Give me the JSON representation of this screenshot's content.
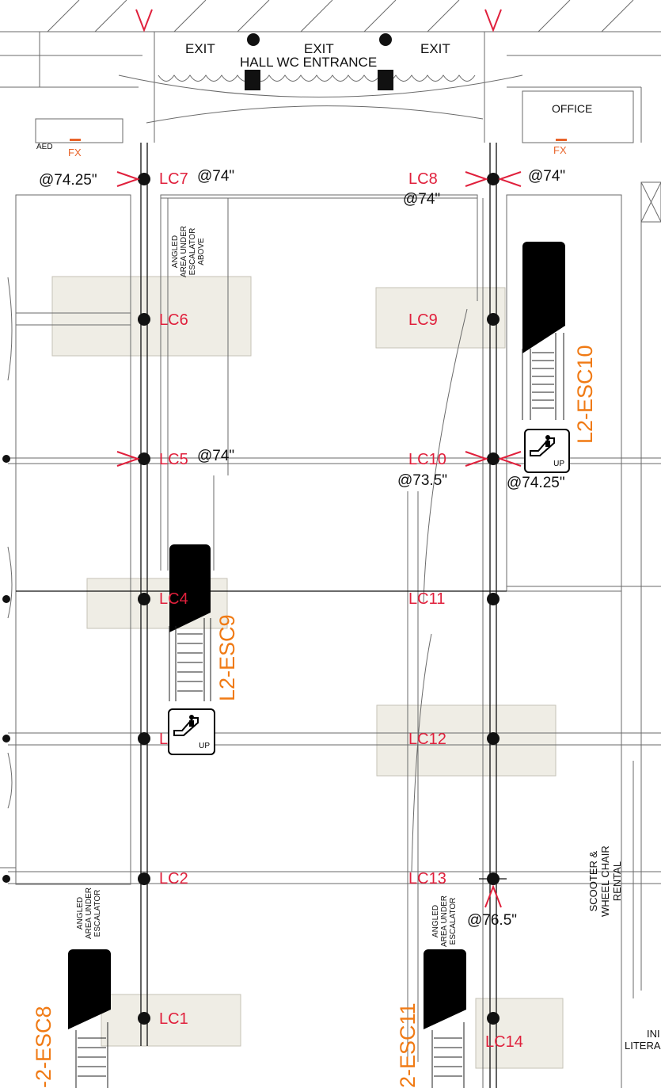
{
  "colors": {
    "lc_label": "#e0203c",
    "escalator_label": "#f07a14",
    "fx_label": "#e8642a",
    "marker_chevron": "#e0203c",
    "zone_fill": "#efede5",
    "line": "#555555"
  },
  "top": {
    "exit_left": "EXIT",
    "exit_center": "EXIT",
    "exit_right": "EXIT",
    "hall_wc": "HALL WC ENTRANCE",
    "office": "OFFICE",
    "aed": "AED",
    "fx_left": "FX",
    "fx_right": "FX"
  },
  "lc_labels": {
    "lc1": "LC1",
    "lc2": "LC2",
    "lc3": "LC3",
    "lc4": "LC4",
    "lc5": "LC5",
    "lc6": "LC6",
    "lc7": "LC7",
    "lc8": "LC8",
    "lc9": "LC9",
    "lc10": "LC10",
    "lc11": "LC11",
    "lc12": "LC12",
    "lc13": "LC13",
    "lc14": "LC14"
  },
  "heights": {
    "lc7_left": "@74.25\"",
    "lc7_right": "@74\"",
    "lc8_right": "@74\"",
    "lc8_below": "@74\"",
    "lc5_right": "@74\"",
    "lc10_below_left": "@73.5\"",
    "lc10_below_right": "@74.25\"",
    "lc13_below": "@76.5\""
  },
  "escalators": {
    "esc9": "L2-ESC9",
    "esc10": "L2-ESC10",
    "esc8": "-2-ESC8",
    "esc11": "2-ESC11"
  },
  "notes": {
    "angled_top": [
      "ANGLED",
      "AREA UNDER",
      "ESCALATOR",
      "ABOVE"
    ],
    "angled_left": [
      "ANGLED",
      "AREA UNDER",
      "ESCALATOR"
    ],
    "angled_right": [
      "ANGLED",
      "AREA UNDER",
      "ESCALATOR"
    ],
    "scooter": [
      "SCOOTER &",
      "WHEEL CHAIR",
      "RENTAL"
    ],
    "literacy_top": "INI",
    "literacy_bottom": "LITERA",
    "up_sign_1": "UP",
    "up_sign_2": "UP"
  }
}
